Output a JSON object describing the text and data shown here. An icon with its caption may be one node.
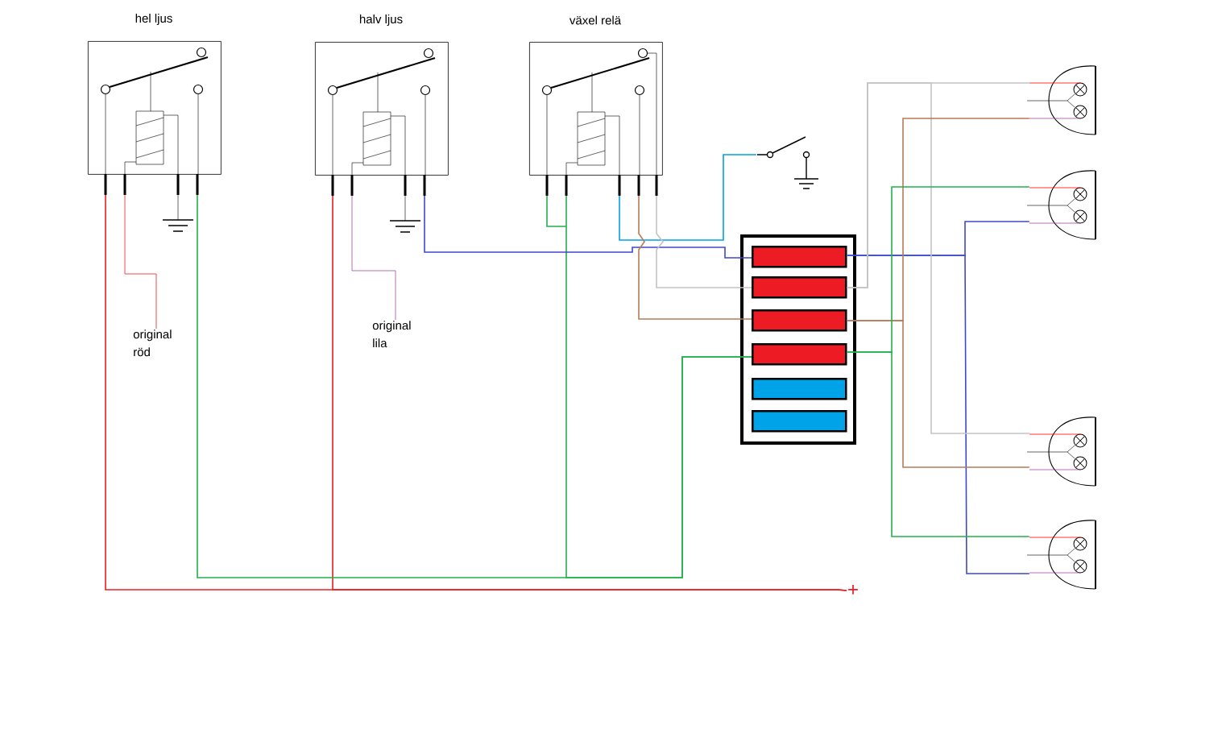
{
  "diagram": {
    "nodes": [
      {
        "text": [
          "hel ljus"
        ]
      },
      {
        "text": [
          "halv ljus"
        ]
      },
      {
        "text": [
          "växel relä"
        ]
      },
      {
        "text": [],
        "shape": "picture"
      },
      {
        "text": [],
        "shape": "box"
      },
      {
        "text": [],
        "shape": "bar",
        "in": 4
      },
      {
        "text": [],
        "shape": "bar",
        "in": 4
      },
      {
        "text": [],
        "shape": "bar",
        "in": 4
      },
      {
        "text": [],
        "shape": "bar",
        "in": 4
      },
      {
        "text": [],
        "shape": "bar",
        "in": 4
      },
      {
        "text": [],
        "shape": "bar",
        "in": 4
      },
      {
        "text": [],
        "shape": "picture"
      },
      {
        "text": [],
        "shape": "picture"
      },
      {
        "text": [],
        "shape": "picture"
      },
      {
        "text": [],
        "shape": "picture"
      },
      {
        "text": [
          "original röd"
        ]
      },
      {
        "text": [
          "original lila"
        ]
      },
      {
        "text": [
          "+"
        ]
      }
    ],
    "edges": [
      {
        "from": 0,
        "to": 17,
        "arrow": "none",
        "color": "#ed1c24"
      },
      {
        "from": 1,
        "to": 17,
        "arrow": "none",
        "color": "#ed1c24"
      },
      {
        "from": 0,
        "to": 15,
        "arrow": "none",
        "color": "#ed1c24"
      },
      {
        "from": 1,
        "to": 16,
        "arrow": "none",
        "color": "#a349a4"
      },
      {
        "from": 0,
        "to": 8,
        "arrow": "none",
        "color": "#22b14c"
      },
      {
        "from": 2,
        "to": 8,
        "arrow": "none",
        "color": "#22b14c"
      },
      {
        "from": 1,
        "to": 5,
        "arrow": "none",
        "color": "#3f48cc"
      },
      {
        "from": 2,
        "to": 3,
        "arrow": "none",
        "color": "#00a2e8"
      },
      {
        "from": 2,
        "to": 7,
        "arrow": "none",
        "color": "#b97a57"
      },
      {
        "from": 2,
        "to": 6,
        "arrow": "none",
        "color": "#c3c3c3"
      },
      {
        "from": 5,
        "to": 12,
        "arrow": "none",
        "color": "#3f48cc"
      },
      {
        "from": 5,
        "to": 14,
        "arrow": "none",
        "color": "#3f48cc"
      },
      {
        "from": 6,
        "to": 11,
        "arrow": "none",
        "color": "#c3c3c3"
      },
      {
        "from": 6,
        "to": 13,
        "arrow": "none",
        "color": "#c3c3c3"
      },
      {
        "from": 7,
        "to": 11,
        "arrow": "none",
        "color": "#b97a57"
      },
      {
        "from": 7,
        "to": 13,
        "arrow": "none",
        "color": "#b97a57"
      },
      {
        "from": 8,
        "to": 12,
        "arrow": "none",
        "color": "#22b14c"
      },
      {
        "from": 8,
        "to": 14,
        "arrow": "none",
        "color": "#22b14c"
      }
    ]
  }
}
